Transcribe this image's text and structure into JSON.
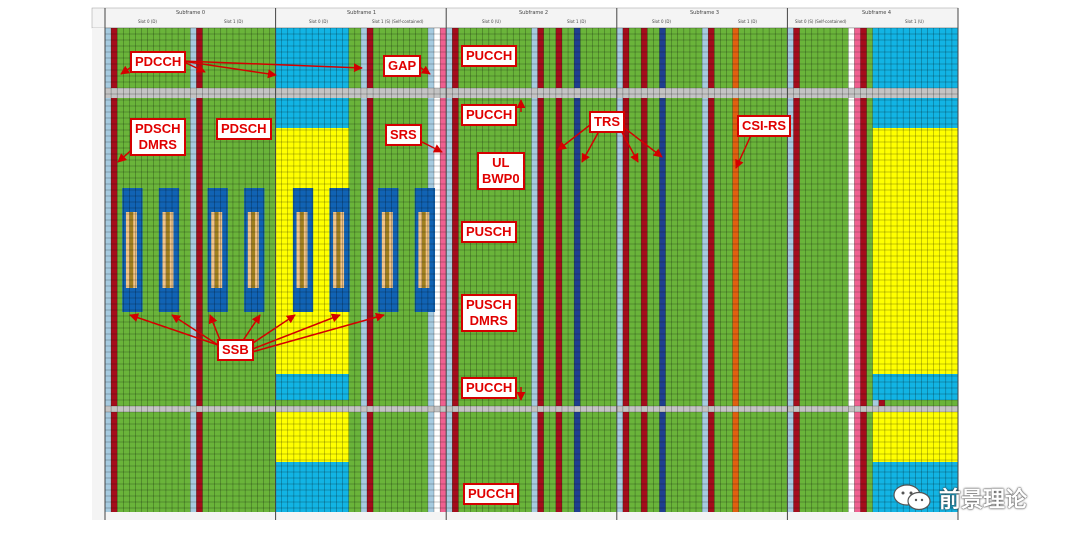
{
  "subframes": [
    {
      "title": "Subframe 0",
      "slots": [
        "Slot 0 (D)",
        "Slot 1 (D)"
      ]
    },
    {
      "title": "Subframe 1",
      "slots": [
        "Slot 0 (D)",
        "Slot 1 (S) (Self-contained)"
      ]
    },
    {
      "title": "Subframe 2",
      "slots": [
        "Slot 0 (U)",
        "Slot 1 (D)"
      ]
    },
    {
      "title": "Subframe 3",
      "slots": [
        "Slot 0 (D)",
        "Slot 1 (D)"
      ]
    },
    {
      "title": "Subframe 4",
      "slots": [
        "Slot 0 (S) (Self-contained)",
        "Slot 1 (U)"
      ]
    }
  ],
  "labels": {
    "pdcch": "PDCCH",
    "pdsch_dmrs": "PDSCH\nDMRS",
    "pdsch": "PDSCH",
    "gap": "GAP",
    "srs": "SRS",
    "ssb": "SSB",
    "pucch_top": "PUCCH",
    "pucch_2": "PUCCH",
    "pucch_3": "PUCCH",
    "pucch_bottom": "PUCCH",
    "ul_bwp0": "UL\nBWP0",
    "pusch": "PUSCH",
    "pusch_dmrs": "PUSCH\nDMRS",
    "trs": "TRS",
    "csi_rs": "CSI-RS"
  },
  "colors": {
    "pdsch": "#6ab43a",
    "pdcch": "#a50d1c",
    "ssb": "#1163b4",
    "ssb_inner": "#f2c487",
    "ssb_core": "#a08020",
    "pucch": "#12b4e4",
    "pusch": "#ffff00",
    "srs": "#f06090",
    "gap": "#ffffff",
    "guard_col": "#a6cbe0",
    "trs": "#1f3f8f",
    "csi_rs": "#e06010",
    "label": "#e00000"
  },
  "watermark": {
    "icon": "wechat-icon",
    "text": "前景理论"
  }
}
